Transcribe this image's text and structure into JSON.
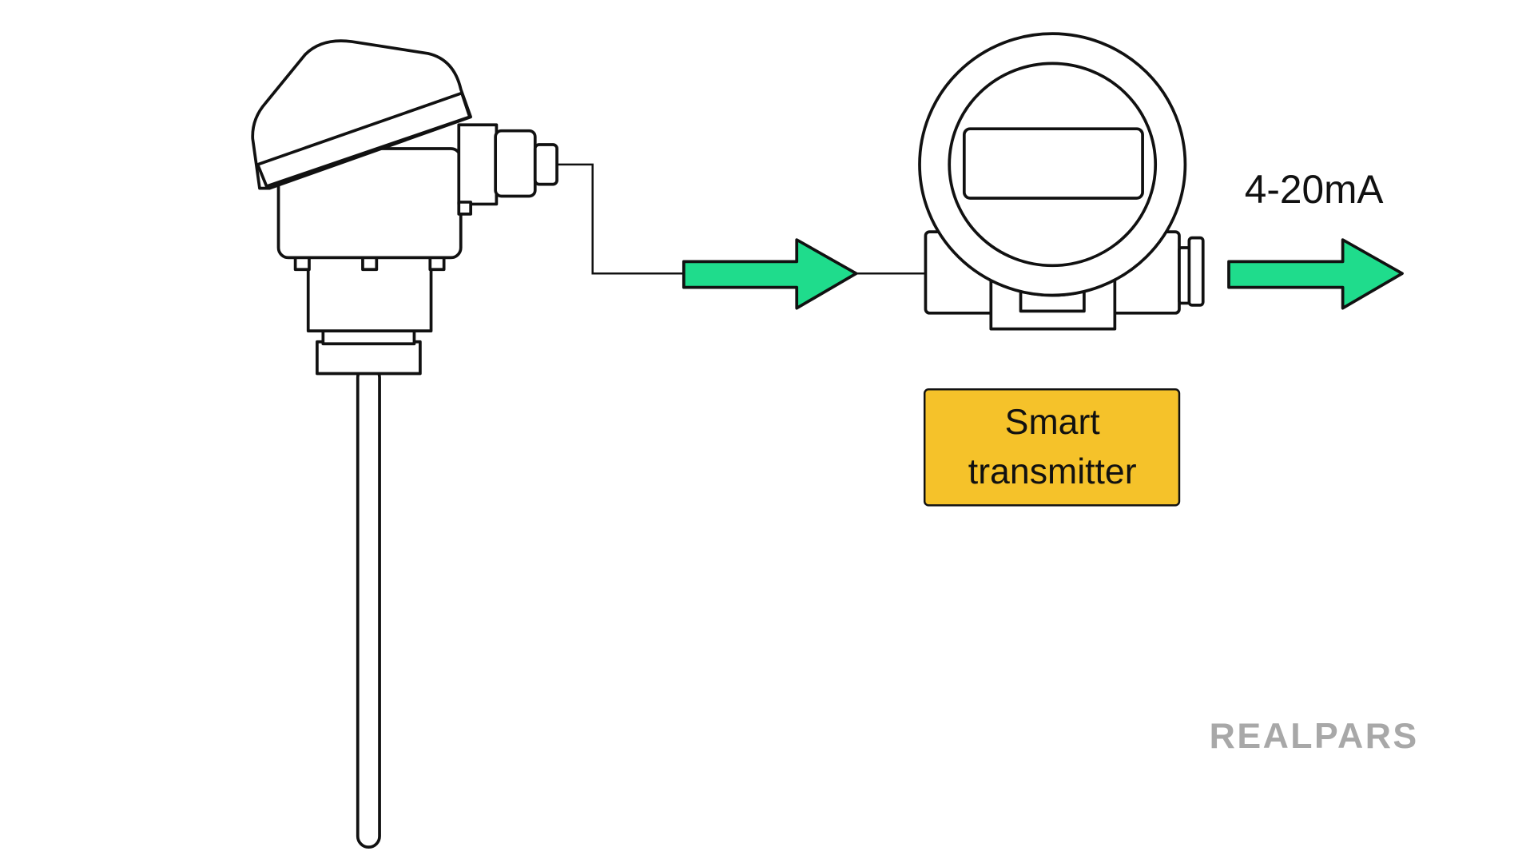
{
  "signal_label": "4-20mA",
  "transmitter_label": {
    "line1": "Smart",
    "line2": "transmitter"
  },
  "logo": "REALPARS",
  "colors": {
    "arrow": "#1fdc8c",
    "label_box": "#f5c22a",
    "logo": "#a8a8a8",
    "stroke": "#111111"
  }
}
